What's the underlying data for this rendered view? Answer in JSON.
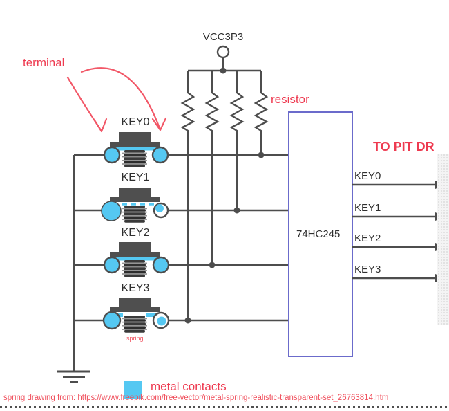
{
  "annotations": {
    "terminal": "terminal",
    "resistor": "resistor",
    "to_pit_dr": "TO PIT DR",
    "spring": "spring",
    "metal_contacts": "metal contacts",
    "credit": "spring drawing from: https://www.freepik.com/free-vector/metal-spring-realistic-transparent-set_26763814.htm"
  },
  "power": {
    "label": "VCC3P3"
  },
  "chip": {
    "label": "74HC245"
  },
  "keys": [
    {
      "label": "KEY0"
    },
    {
      "label": "KEY1"
    },
    {
      "label": "KEY2"
    },
    {
      "label": "KEY3"
    }
  ],
  "outputs": [
    {
      "label": "KEY0"
    },
    {
      "label": "KEY1"
    },
    {
      "label": "KEY2"
    },
    {
      "label": "KEY3"
    }
  ],
  "colors": {
    "annotation_red": "#ee3a50",
    "credit_red": "#f0515e",
    "sketch_red": "#f25767",
    "wire_gray": "#4d4d4d",
    "contact_cyan": "#55c8f2",
    "chip_border": "#6b6bcb"
  }
}
